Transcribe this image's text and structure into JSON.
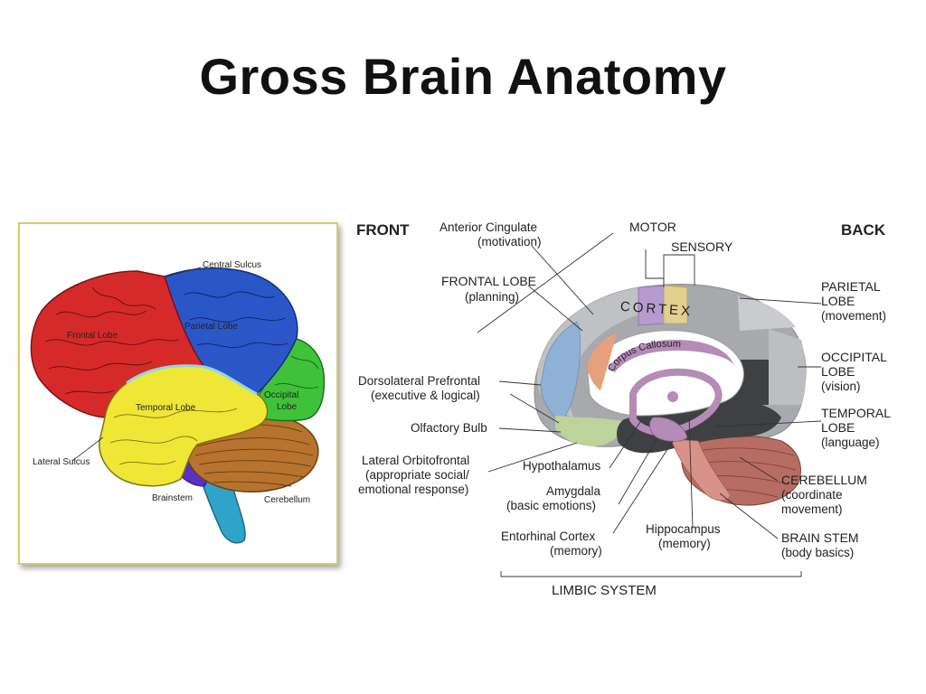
{
  "slide": {
    "title": "Gross Brain Anatomy"
  },
  "colors": {
    "frontal": "#d62a2a",
    "parietal": "#2b56c8",
    "temporal": "#f0e636",
    "occipital": "#3fc23a",
    "cerebellum": "#b8742e",
    "brainstem": "#2fa3c9",
    "medulla": "#5a2fc2",
    "cortex_gray": "#a7a9ad",
    "limbic": "#b58bb7"
  },
  "lateral_view": {
    "labels": {
      "central_sulcus": "Central Sulcus",
      "frontal_lobe": "Frontal Lobe",
      "parietal_lobe": "Parietal Lobe",
      "temporal_lobe": "Temporal Lobe",
      "occipital_lobe_1": "Occipital",
      "occipital_lobe_2": "Lobe",
      "lateral_sulcus": "Lateral Sulcus",
      "brainstem": "Brainstem",
      "cerebellum": "Cerebellum"
    }
  },
  "medial_view": {
    "front": "FRONT",
    "back": "BACK",
    "cortex": "CORTEX",
    "corpus_callosum": "Corpus Callosum",
    "anterior_cingulate": [
      "Anterior Cingulate",
      "(motivation)"
    ],
    "motor": "MOTOR",
    "sensory": "SENSORY",
    "frontal_lobe": [
      "FRONTAL LOBE",
      "(planning)"
    ],
    "parietal_lobe": [
      "PARIETAL",
      "LOBE",
      "(movement)"
    ],
    "occipital_lobe": [
      "OCCIPITAL",
      "LOBE",
      "(vision)"
    ],
    "temporal_lobe": [
      "TEMPORAL",
      "LOBE",
      "(language)"
    ],
    "dorsolateral": [
      "Dorsolateral Prefrontal",
      "(executive & logical)"
    ],
    "olfactory": "Olfactory Bulb",
    "lateral_orbitofrontal": [
      "Lateral Orbitofrontal",
      "(appropriate social/",
      "emotional response)"
    ],
    "hypothalamus": "Hypothalamus",
    "amygdala": [
      "Amygdala",
      "(basic emotions)"
    ],
    "entorhinal": [
      "Entorhinal Cortex",
      "(memory)"
    ],
    "hippocampus": [
      "Hippocampus",
      "(memory)"
    ],
    "cerebellum": [
      "CEREBELLUM",
      "(coordinate",
      "movement)"
    ],
    "brain_stem": [
      "BRAIN STEM",
      "(body basics)"
    ],
    "limbic_system": "LIMBIC SYSTEM"
  }
}
